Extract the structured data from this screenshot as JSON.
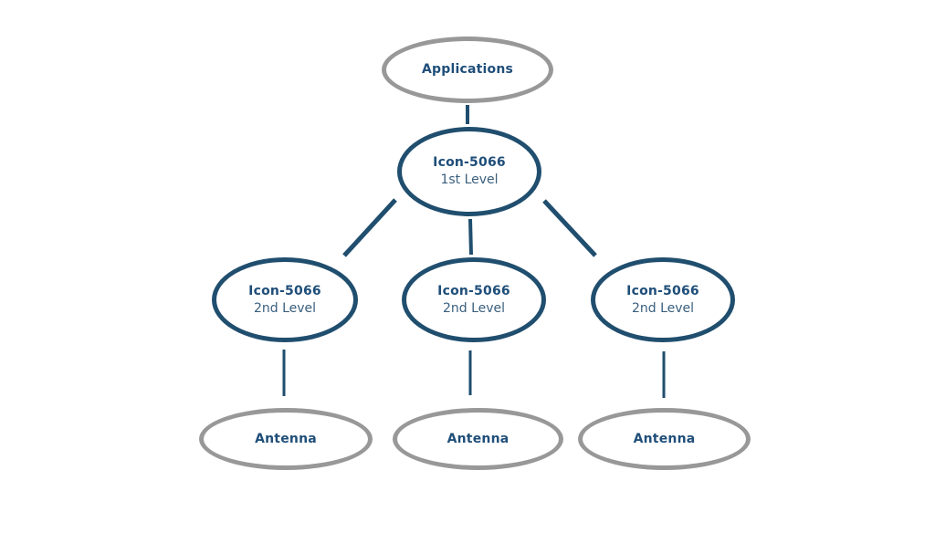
{
  "diagram": {
    "nodes": {
      "applications": {
        "label": "Applications"
      },
      "level1": {
        "title": "Icon-5066",
        "subtitle": "1st Level"
      },
      "level2_left": {
        "title": "Icon-5066",
        "subtitle": "2nd Level"
      },
      "level2_center": {
        "title": "Icon-5066",
        "subtitle": "2nd Level"
      },
      "level2_right": {
        "title": "Icon-5066",
        "subtitle": "2nd Level"
      },
      "antenna_left": {
        "label": "Antenna"
      },
      "antenna_center": {
        "label": "Antenna"
      },
      "antenna_right": {
        "label": "Antenna"
      }
    },
    "edges": [
      {
        "from": "applications",
        "to": "level1"
      },
      {
        "from": "level1",
        "to": "level2_left"
      },
      {
        "from": "level1",
        "to": "level2_center"
      },
      {
        "from": "level1",
        "to": "level2_right"
      },
      {
        "from": "level2_left",
        "to": "antenna_left"
      },
      {
        "from": "level2_center",
        "to": "antenna_center"
      },
      {
        "from": "level2_right",
        "to": "antenna_right"
      }
    ],
    "colors": {
      "primary": "#204E6E",
      "secondary_border": "#989898",
      "title_text": "#1F4E79",
      "subtitle_text": "#3A5F7E",
      "background": "#FFFFFF"
    }
  }
}
